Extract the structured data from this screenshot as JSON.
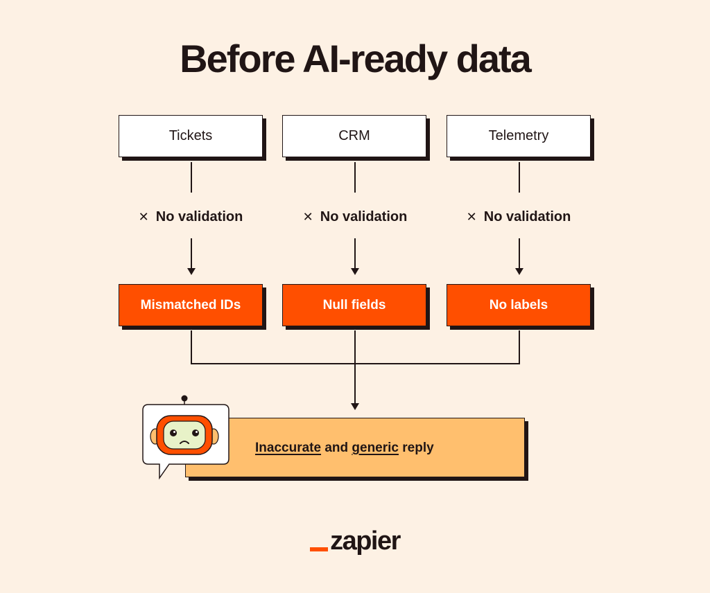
{
  "title": "Before AI-ready data",
  "sources": [
    "Tickets",
    "CRM",
    "Telemetry"
  ],
  "validation_label": "No validation",
  "validation_icon": "x-icon",
  "issues": [
    "Mismatched IDs",
    "Null fields",
    "No labels"
  ],
  "reply": {
    "word1": "Inaccurate",
    "connector": " and ",
    "word2": "generic",
    "tail": " reply"
  },
  "logo": {
    "text": "zapier"
  },
  "colors": {
    "background": "#fdf1e4",
    "accent_orange": "#ff4f00",
    "reply_fill": "#ffbf6e",
    "ink": "#201515"
  }
}
